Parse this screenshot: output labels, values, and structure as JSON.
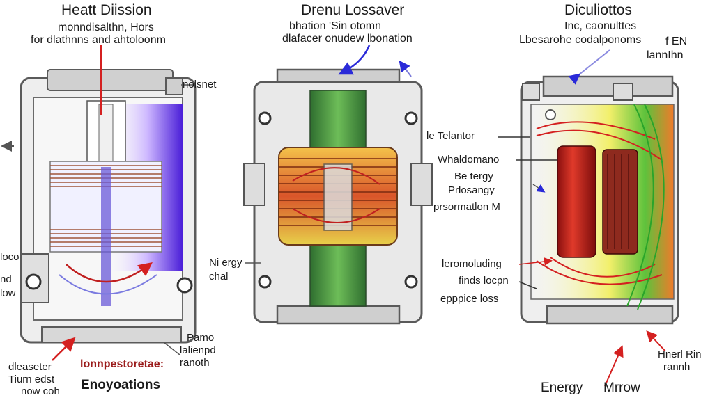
{
  "left": {
    "title": "Heatt Diission",
    "subtitle_1": "monndisalthn, Hors",
    "subtitle_2": "for dlathnns and ahtoloonm",
    "label_top_right": "nolsnet",
    "label_right_1": "Pamo",
    "label_right_2": "lalienpd",
    "label_right_3": "ranoth",
    "label_left_1": "loco",
    "label_left_2": "nd",
    "label_left_3": "low",
    "bottom_red": "lonnpestoretae:",
    "bottom_bold": "Enoyoations",
    "bottom_left_1": "dleaseter",
    "bottom_left_2": "Tiurn edst",
    "bottom_left_3": "now coh"
  },
  "middle": {
    "title": "Drenu Lossaver",
    "subtitle_1": "bhation 'Sin otomn",
    "subtitle_2": "dlafacer onudew lbonation",
    "label_left_1": "Ni ergy",
    "label_left_2": "chal"
  },
  "right": {
    "title": "Diculiottos",
    "subtitle_1": "Inc, caonulttes",
    "subtitle_2": "Lbesarohe codalponoms",
    "label_far_right_1": "f EN",
    "label_far_right_2": "lannIhn",
    "label_1": "le Telantor",
    "label_2": "Whaldomano",
    "label_3": "Be tergy",
    "label_4": "Prlosangy",
    "label_5": "prsormatlon M",
    "label_6": "leromoluding",
    "label_7": "finds locpn",
    "label_8": "epppice loss",
    "label_bottom_right_1": "Hnerl Rinh",
    "label_bottom_right_2": "rannh",
    "bottom_1": "Energy",
    "bottom_2": "Mrrow"
  },
  "colors": {
    "frame": "#d9d9d9",
    "frame_dark": "#5a5a5a",
    "arrow_red": "#d42020",
    "arrow_blue": "#2a2ad8",
    "core_green": "#3d8a3d",
    "coil_copper": "#c0622a",
    "heat_purple": "#6a2ee0"
  }
}
